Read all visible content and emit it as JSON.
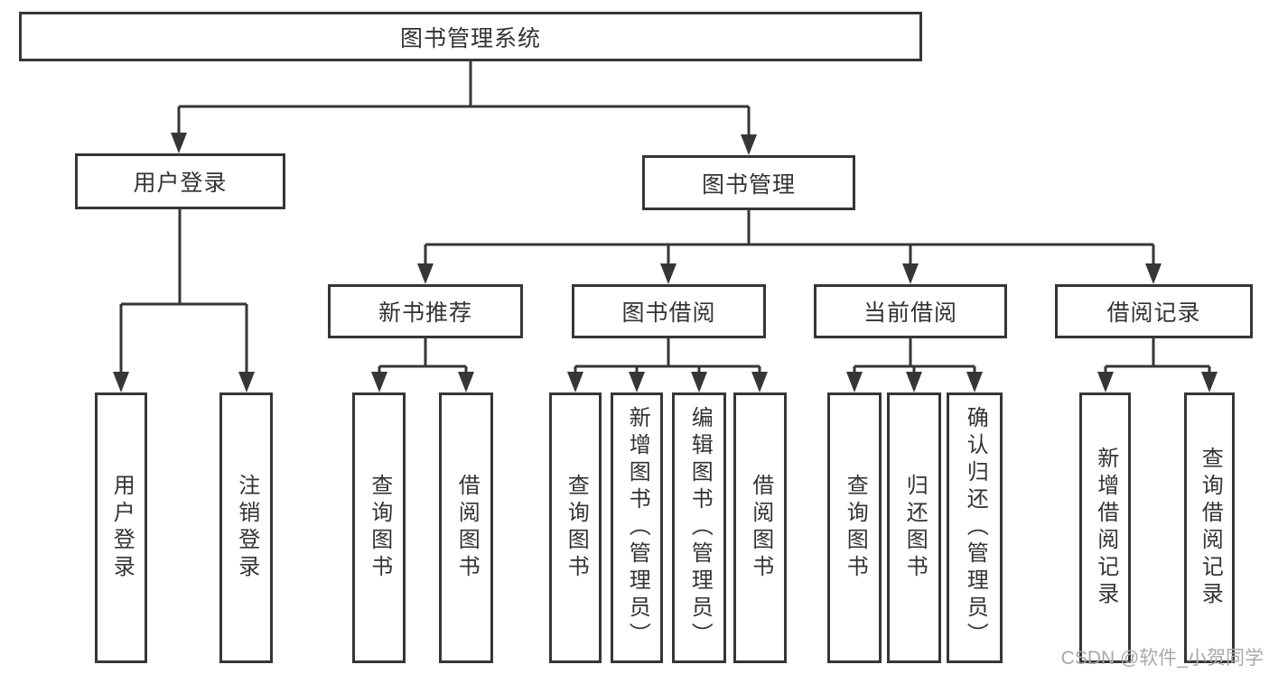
{
  "diagram": {
    "root": {
      "label": "图书管理系统"
    },
    "branches": [
      {
        "label": "用户登录",
        "children": [
          {
            "label": "用户登录"
          },
          {
            "label": "注销登录"
          }
        ]
      },
      {
        "label": "图书管理",
        "groups": [
          {
            "label": "新书推荐",
            "children": [
              {
                "label": "查询图书"
              },
              {
                "label": "借阅图书"
              }
            ]
          },
          {
            "label": "图书借阅",
            "children": [
              {
                "label": "查询图书"
              },
              {
                "label": "新增图书（管理员）"
              },
              {
                "label": "编辑图书（管理员）"
              },
              {
                "label": "借阅图书"
              }
            ]
          },
          {
            "label": "当前借阅",
            "children": [
              {
                "label": "查询图书"
              },
              {
                "label": "归还图书"
              },
              {
                "label": "确认归还（管理员）"
              }
            ]
          },
          {
            "label": "借阅记录",
            "children": [
              {
                "label": "新增借阅记录"
              },
              {
                "label": "查询借阅记录"
              }
            ]
          }
        ]
      }
    ]
  },
  "colors": {
    "line": "#363636",
    "box_border": "#363636",
    "text": "#333333",
    "background": "#ffffff",
    "watermark": "#a9a9a9"
  },
  "watermark": {
    "text": "CSDN @软件_小贺同学"
  }
}
